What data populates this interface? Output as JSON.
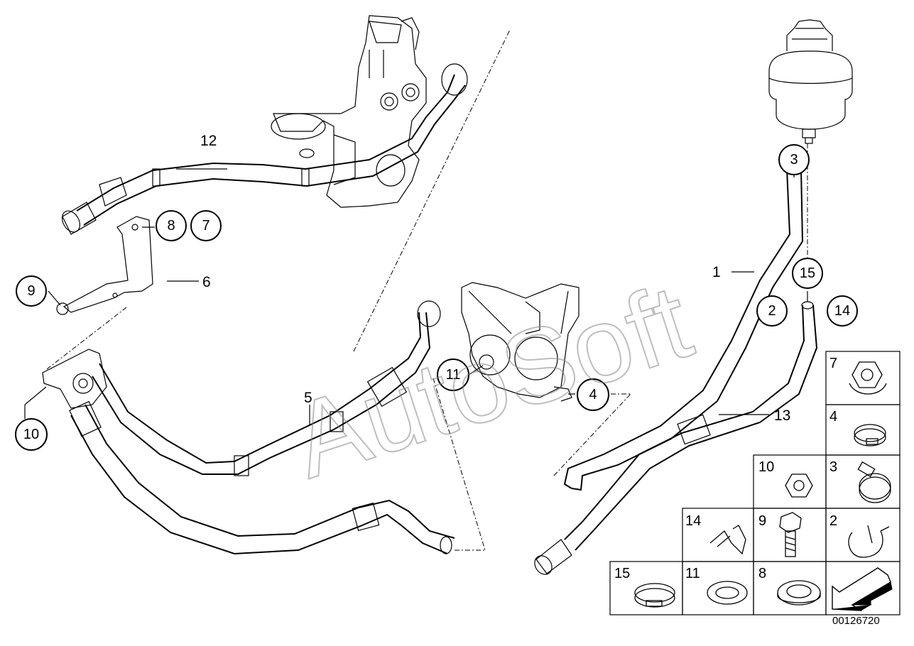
{
  "watermark": "AutoSoft",
  "document_number": "00126720",
  "callouts": [
    {
      "id": "c1",
      "text": "1"
    },
    {
      "id": "c2",
      "text": "2"
    },
    {
      "id": "c3",
      "text": "3"
    },
    {
      "id": "c4",
      "text": "4"
    },
    {
      "id": "c5",
      "text": "5"
    },
    {
      "id": "c6",
      "text": "6"
    },
    {
      "id": "c7",
      "text": "7"
    },
    {
      "id": "c8",
      "text": "8"
    },
    {
      "id": "c9",
      "text": "9"
    },
    {
      "id": "c10",
      "text": "10"
    },
    {
      "id": "c11",
      "text": "11"
    },
    {
      "id": "c12",
      "text": "12"
    },
    {
      "id": "c13",
      "text": "13"
    },
    {
      "id": "c14",
      "text": "14"
    },
    {
      "id": "c15",
      "text": "15"
    }
  ],
  "parts_table": [
    {
      "number": "7",
      "name": "hex-nut"
    },
    {
      "number": "4",
      "name": "hose-clamp"
    },
    {
      "number": "10",
      "name": "hex-nut"
    },
    {
      "number": "3",
      "name": "hose-clamp"
    },
    {
      "number": "14",
      "name": "hose-clip"
    },
    {
      "number": "9",
      "name": "hex-bolt"
    },
    {
      "number": "2",
      "name": "hose-clip"
    },
    {
      "number": "15",
      "name": "hose-clamp"
    },
    {
      "number": "11",
      "name": "sealing-ring"
    },
    {
      "number": "8",
      "name": "sealing-ring"
    }
  ]
}
